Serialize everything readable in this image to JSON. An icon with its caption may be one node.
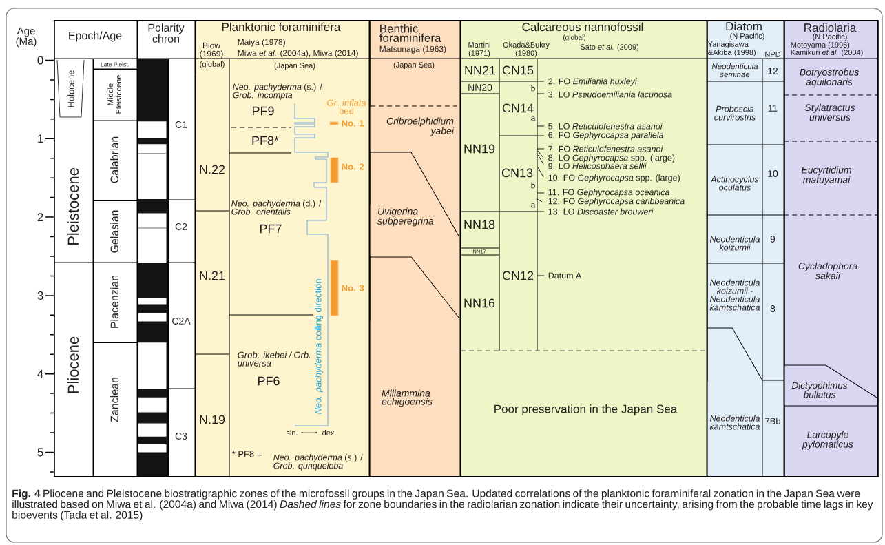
{
  "diagram": {
    "caption": "**Fig. 4** Pliocene and Pleistocene biostratigraphic zones of the microfossil groups in the Japan Sea. Updated correlations of the planktonic foraminiferal zonation in the Japan Sea were illustrated based on Miwa et al. (2004a) and Miwa (2014) *Dashed lines* for zone boundaries in the radiolarian zonation indicate their uncertainty, arising from the probable time lags in key bioevents (Tada et al. 2015)",
    "nodes": [
      {
        "text": [
          "Epoch/Age"
        ]
      },
      {
        "text": [
          "Pleistocene"
        ],
        "in": 0
      },
      {
        "text": [
          "Holocene"
        ],
        "in": 1
      },
      {
        "text": [
          "Pliocene"
        ],
        "in": 0
      },
      {
        "text": [
          "Late Pleist."
        ],
        "in": 0
      },
      {
        "text": [
          "Middle Pleistocene"
        ],
        "in": 0
      },
      {
        "text": [
          "Calabrian"
        ],
        "in": 0
      },
      {
        "text": [
          "Gelasian"
        ],
        "in": 0
      },
      {
        "text": [
          "Piacenzian"
        ],
        "in": 0
      },
      {
        "text": [
          "Zanclean"
        ],
        "in": 0
      },
      {
        "text": [
          "Polarity chron"
        ]
      },
      {
        "text": [
          "C1"
        ],
        "in": 10
      },
      {
        "text": [
          "C2"
        ],
        "in": 10
      },
      {
        "text": [
          "C2A"
        ],
        "in": 10
      },
      {
        "text": [
          "C3"
        ],
        "in": 10
      },
      {
        "text": [
          "Planktonic foraminifera",
          "Blow (1969)",
          "Maiya (1978)",
          "Miwa *et al.* (2004a), Miwa (2014)"
        ]
      },
      {
        "text": [
          "N.22"
        ],
        "in": 15
      },
      {
        "text": [
          "N.21"
        ],
        "in": 15
      },
      {
        "text": [
          "N.19"
        ],
        "in": 15
      },
      {
        "text": [
          "*Neo. pachyderma* (s.) / *Grob. incompta*",
          "PF9"
        ],
        "in": 15
      },
      {
        "text": [
          "PF8*"
        ],
        "in": 15
      },
      {
        "text": [
          "*Neo. pachyderma* (d.) / *Grob. orientalis*",
          "PF7"
        ],
        "in": 15
      },
      {
        "text": [
          "Grob. ikebei / Orb. universa",
          "PF6"
        ],
        "in": 15
      },
      {
        "text": [
          "Benthic foraminifera",
          "Matsunaga (1963)"
        ]
      },
      {
        "text": [
          "Cribroelphidium yabei"
        ],
        "in": 23
      },
      {
        "text": [
          "Uvigerina subperegrina"
        ],
        "in": 23
      },
      {
        "text": [
          "Miliammina echigoensis"
        ],
        "in": 23
      },
      {
        "text": [
          "Calcareous nannofossil",
          "(global)",
          "Martini (1971)",
          "Okada&Bukry (1980)",
          "Sato *et al.* (2009)"
        ]
      },
      {
        "text": [
          "NN21"
        ],
        "in": 27
      },
      {
        "text": [
          "NN20"
        ],
        "in": 27
      },
      {
        "text": [
          "NN19"
        ],
        "in": 27
      },
      {
        "text": [
          "NN18"
        ],
        "in": 27
      },
      {
        "text": [
          "NN17"
        ],
        "in": 27
      },
      {
        "text": [
          "NN16"
        ],
        "in": 27
      },
      {
        "text": [
          "CN15"
        ],
        "in": 27
      },
      {
        "text": [
          "b",
          "CN14",
          "a"
        ],
        "in": 27
      },
      {
        "text": [
          "CN13",
          "b",
          "a"
        ],
        "in": 27
      },
      {
        "text": [
          "CN12"
        ],
        "in": 27
      },
      {
        "text": [
          "Poor preservation in the Japan Sea"
        ],
        "in": 27
      },
      {
        "text": [
          "Diatom",
          "(N Pacific)",
          "Yanagisawa &Akiba (1998)",
          "NPD"
        ]
      },
      {
        "text": [
          "Neodenticula seminae"
        ],
        "in": 39
      },
      {
        "text": [
          "Proboscia curvirostris"
        ],
        "in": 39
      },
      {
        "text": [
          "Actinocyclus oculatus"
        ],
        "in": 39
      },
      {
        "text": [
          "Neodenticula koizumii"
        ],
        "in": 39
      },
      {
        "text": [
          "Neodenticula koizumii - Neodenticula kamtschatica"
        ],
        "in": 39
      },
      {
        "text": [
          "Neodenticula kamtschatica"
        ],
        "in": 39
      },
      {
        "text": [
          "12"
        ],
        "in": 39
      },
      {
        "text": [
          "11"
        ],
        "in": 39
      },
      {
        "text": [
          "10"
        ],
        "in": 39
      },
      {
        "text": [
          "9"
        ],
        "in": 39
      },
      {
        "text": [
          "8"
        ],
        "in": 39
      },
      {
        "text": [
          "7Bb"
        ],
        "in": 39
      },
      {
        "text": [
          "Radiolaria",
          "(N Pacific)",
          "Motoyama (1996)",
          "Kamikuri *et al.* (2004)"
        ]
      },
      {
        "text": [
          "Botryostrobus aquilonaris"
        ],
        "in": 52
      },
      {
        "text": [
          "Stylatractus universus"
        ],
        "in": 52
      },
      {
        "text": [
          "Eucyrtidium matuyamai"
        ],
        "in": 52
      },
      {
        "text": [
          "Cycladophora sakaii"
        ],
        "in": 52
      },
      {
        "text": [
          "Dictyophimus bullatus"
        ],
        "in": 52
      },
      {
        "text": [
          "Larcopyle pylomaticus"
        ],
        "in": 52
      }
    ],
    "labels": [
      "Age (Ma)",
      "0",
      "1",
      "2",
      "3",
      "4",
      "5",
      "(global)",
      "(Japan Sea)",
      "*Gr. inflata* bed",
      "No. 1",
      "No. 2",
      "No. 3",
      "*Neo. pachyderma* coiling direction",
      "sin.",
      "dex.",
      "* PF8 =",
      "*Neo. pachyderma* (s.) / *Grob. qunqueloba*",
      "(Japan Sea)",
      "2. FO *Emiliania huxleyi*",
      "3. LO *Pseudoemiliania lacunosa*",
      "5. LO *Reticulofenestra asanoi*",
      "6. FO *Gephyrocapsa parallela*",
      "7. FO *Reticulofenestra asanoi*",
      "8. LO *Gephyrocapsa* spp. (large)",
      "9. LO *Helicosphaera sellii*",
      "10. FO *Gephyrocapsa* spp. (large)",
      "11. FO *Gephyrocapsa oceanica*",
      "12. FO *Gephyrocapsa caribbeanica*",
      "13. LO *Discoaster brouweri*",
      "Datum A"
    ]
  }
}
